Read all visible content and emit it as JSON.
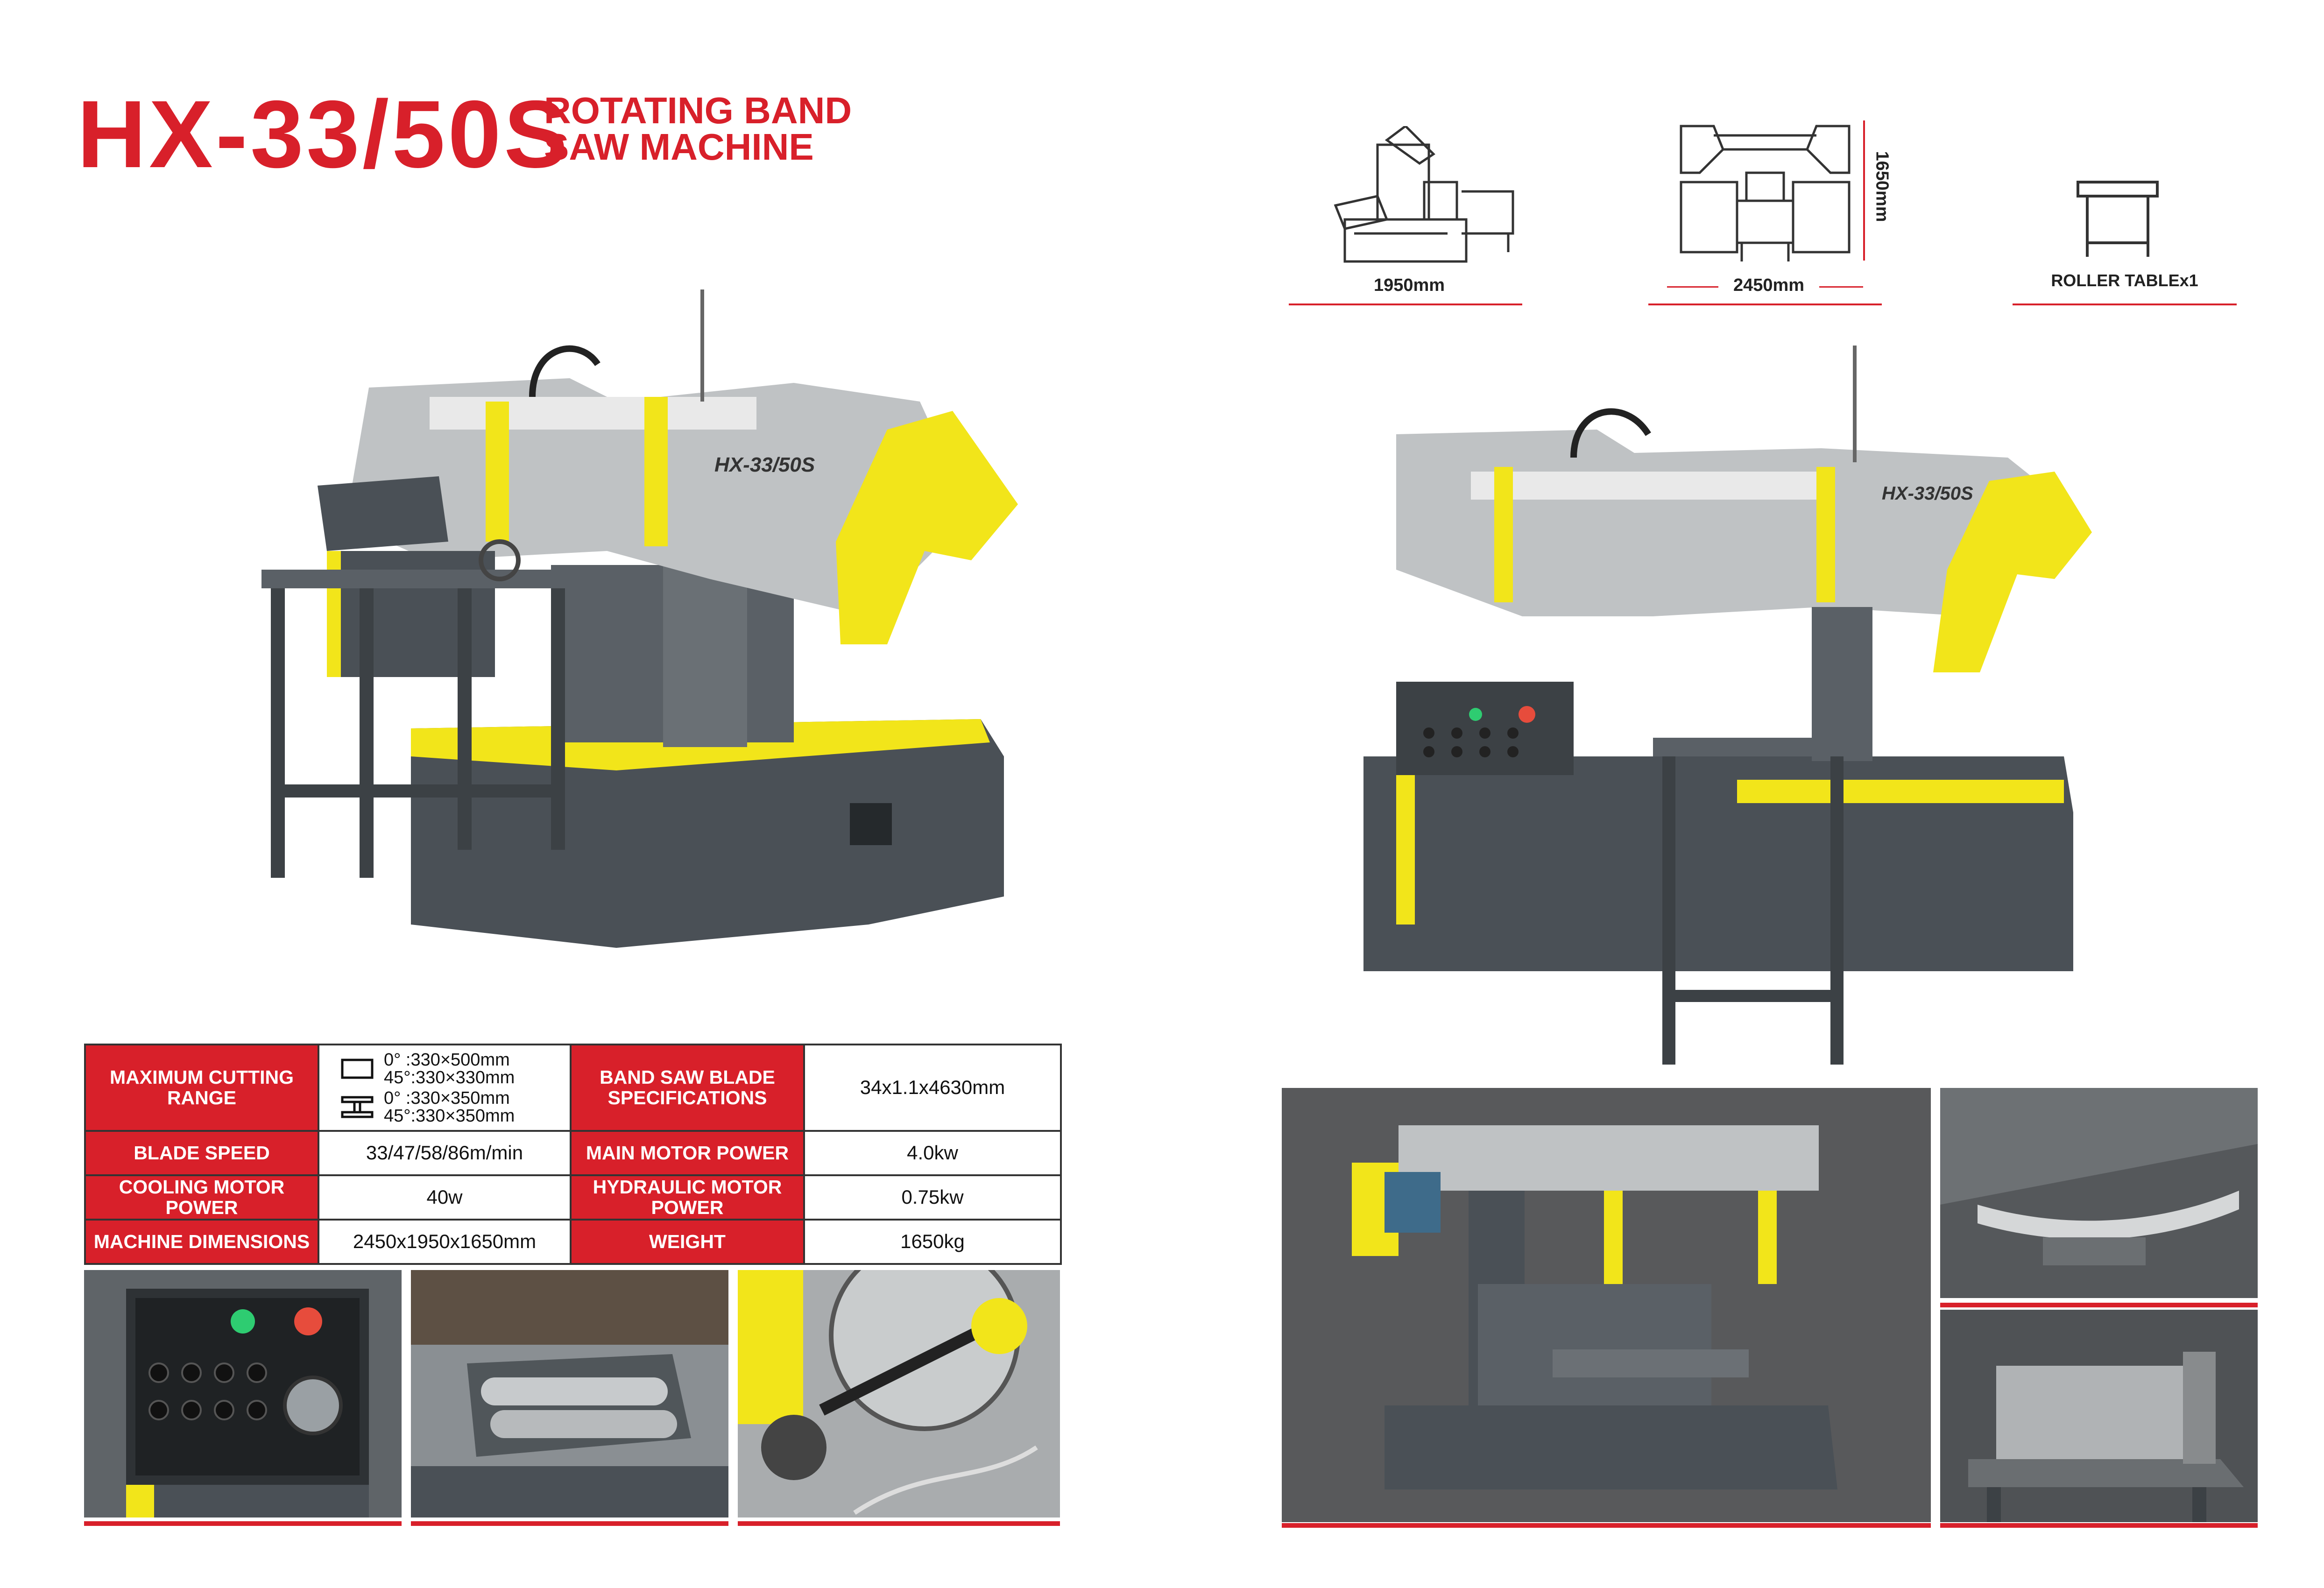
{
  "title": {
    "model": "HX-33/50S",
    "subtitle_line1": "ROTATING BAND",
    "subtitle_line2": "SAW MACHINE"
  },
  "machine_label": "HX-33/50S",
  "dimensions": {
    "width": "1950mm",
    "length": "2450mm",
    "height": "1650mm",
    "accessory": "ROLLER TABLEx1"
  },
  "specs": {
    "max_cutting_range_label": "MAXIMUM CUTTING RANGE",
    "rect_0": "0°  :330×500mm",
    "rect_45": "45°:330×330mm",
    "beam_0": "0°  :330×350mm",
    "beam_45": "45°:330×350mm",
    "band_saw_label": "BAND SAW BLADE SPECIFICATIONS",
    "band_saw_value": "34x1.1x4630mm",
    "blade_speed_label": "BLADE SPEED",
    "blade_speed_value": "33/47/58/86m/min",
    "main_motor_label": "MAIN MOTOR POWER",
    "main_motor_value": "4.0kw",
    "cooling_motor_label": "COOLING MOTOR POWER",
    "cooling_motor_value": "40w",
    "hydraulic_motor_label": "HYDRAULIC MOTOR POWER",
    "hydraulic_motor_value": "0.75kw",
    "machine_dim_label": "MACHINE DIMENSIONS",
    "machine_dim_value": "2450x1950x1650mm",
    "weight_label": "WEIGHT",
    "weight_value": "1650kg"
  },
  "colors": {
    "brand_red": "#d8202a",
    "machine_grey": "#4a5056",
    "machine_light": "#bfc2c4",
    "machine_yellow": "#f2e51a"
  },
  "icons": [
    "side-view-outline-icon",
    "front-view-outline-icon",
    "roller-table-outline-icon",
    "rectangle-section-icon",
    "i-beam-section-icon"
  ]
}
